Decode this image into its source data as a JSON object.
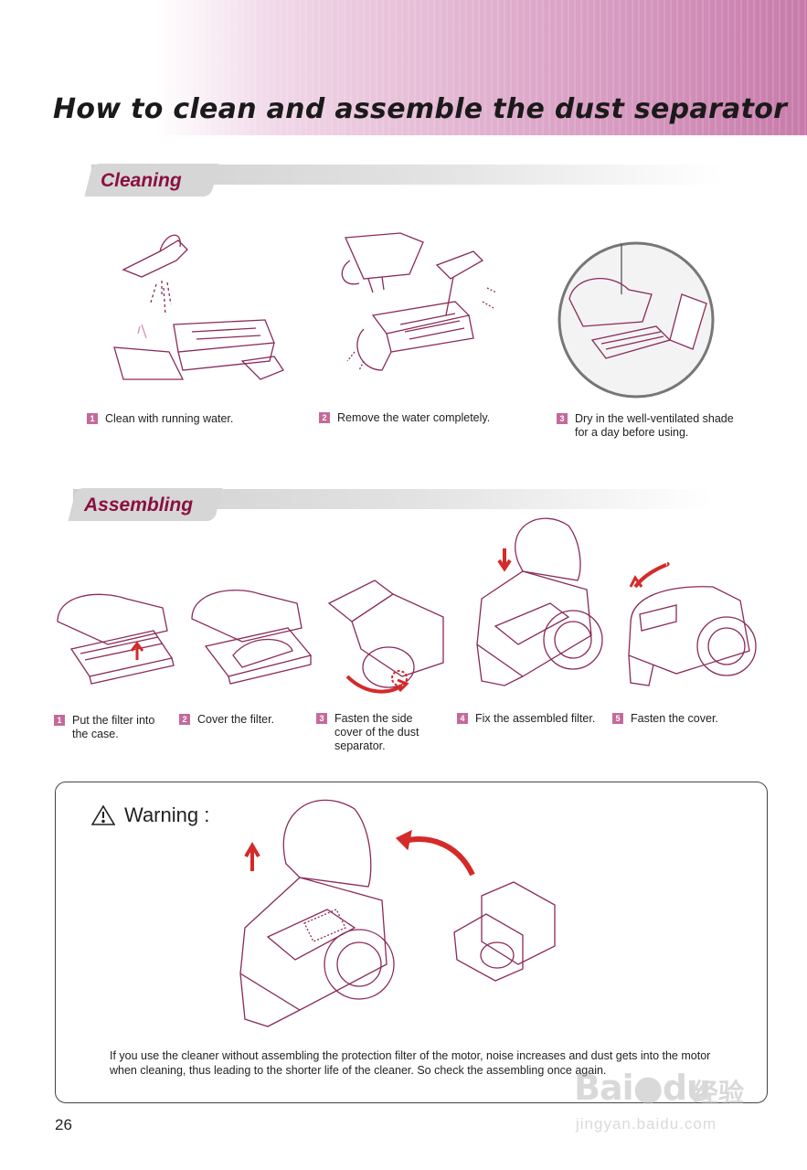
{
  "page": {
    "title": "How to clean and assemble the dust separator",
    "number": "26"
  },
  "colors": {
    "accent": "#8a1040",
    "header_gradient_end": "#c77aa9",
    "illustration_line": "#8a2a5a",
    "arrow_red": "#d42a2a",
    "step_badge": "#c46a9a"
  },
  "cleaning": {
    "heading": "Cleaning",
    "steps": [
      {
        "num": "1",
        "text": "Clean with running water."
      },
      {
        "num": "2",
        "text": "Remove the water completely."
      },
      {
        "num": "3",
        "text": "Dry in the well-ventilated shade\nfor a day before using."
      }
    ]
  },
  "assembling": {
    "heading": "Assembling",
    "steps": [
      {
        "num": "1",
        "text": "Put the filter into\nthe case."
      },
      {
        "num": "2",
        "text": "Cover the filter."
      },
      {
        "num": "3",
        "text": "Fasten the side\ncover of the dust\nseparator."
      },
      {
        "num": "4",
        "text": "Fix the assembled filter."
      },
      {
        "num": "5",
        "text": "Fasten the cover."
      }
    ]
  },
  "warning": {
    "icon": "warning-triangle-icon",
    "title": "Warning :",
    "text": "If you use the cleaner without assembling the protection filter of the motor, noise increases and dust gets into the motor when cleaning, thus leading to the shorter life of the cleaner. So check the assembling once again."
  },
  "watermark": {
    "brand": "Bai",
    "brand_suffix": "du",
    "cjk": "经验",
    "url": "jingyan.baidu.com"
  }
}
